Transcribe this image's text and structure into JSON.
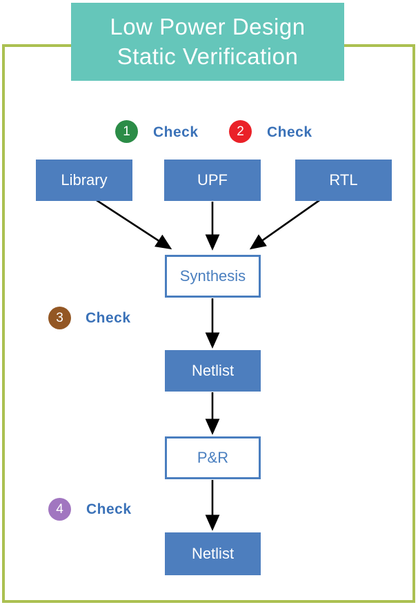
{
  "header": {
    "title_line1": "Low Power Design",
    "title_line2": "Static Verification",
    "bg_color": "#65c6ba"
  },
  "page": {
    "border_color": "#abc051"
  },
  "palette": {
    "node_fill_blue": "#4d7ebe",
    "node_outline_blue": "#4a7ebf",
    "check_text_blue": "#3b72b8",
    "arrow_color": "#000000"
  },
  "checks": [
    {
      "number": "1",
      "label": "Check",
      "color": "#2b8c47"
    },
    {
      "number": "2",
      "label": "Check",
      "color": "#ea2128"
    },
    {
      "number": "3",
      "label": "Check",
      "color": "#935724"
    },
    {
      "number": "4",
      "label": "Check",
      "color": "#a176c0"
    }
  ],
  "flow": {
    "nodes": [
      {
        "label": "Library",
        "variant": "filled"
      },
      {
        "label": "UPF",
        "variant": "filled"
      },
      {
        "label": "RTL",
        "variant": "filled"
      },
      {
        "label": "Synthesis",
        "variant": "outlined"
      },
      {
        "label": "Netlist",
        "variant": "filled"
      },
      {
        "label": "P&R",
        "variant": "outlined"
      },
      {
        "label": "Netlist",
        "variant": "filled"
      }
    ],
    "edges": [
      "library-to-synthesis",
      "upf-to-synthesis",
      "rtl-to-synthesis",
      "synthesis-to-netlist",
      "netlist-to-pr",
      "pr-to-netlist"
    ]
  }
}
